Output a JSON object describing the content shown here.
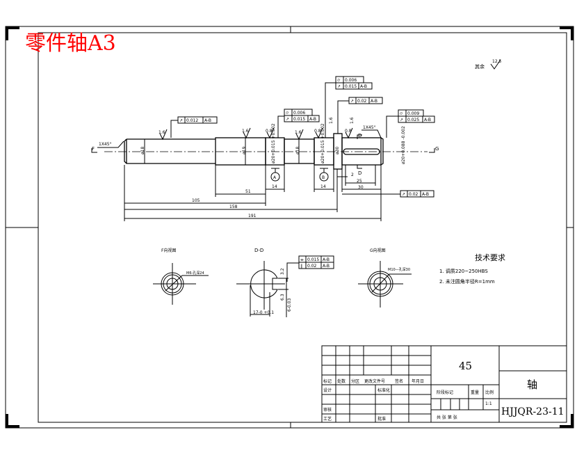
{
  "title": "零件轴A3",
  "colors": {
    "title": "#ff0000",
    "lines": "#000000",
    "background": "#ffffff"
  },
  "shaft": {
    "chamfer_left": "1X45°",
    "chamfer_right": "1X45°",
    "view_left": "F",
    "view_right": "G",
    "diameters": [
      "ø18",
      "ø19",
      "ø18",
      "ø30",
      "ø20+0.088 -0.002"
    ],
    "bearing_a_tol": "ø20+0.015 +0.002",
    "bearing_b_tol": "ø20+0.015 +0.002",
    "datum_a": "A",
    "datum_b": "B",
    "section_mark": "D",
    "roughness": [
      "1.6",
      "1.6",
      "0.8",
      "1.6",
      "0.8",
      "1.6",
      "1.6",
      "0.8"
    ],
    "roughness_other_label": "其余",
    "roughness_other_value": "12.5",
    "dims": {
      "d105": "105",
      "d158": "158",
      "d191": "191",
      "d51": "51",
      "d14a": "14",
      "d14b": "14",
      "d25": "25",
      "d30": "30",
      "d2": "2"
    },
    "fcf": [
      {
        "symbol": "runout",
        "value": "0.012",
        "datum": "A-B"
      },
      {
        "symbol": "cylindricity",
        "value": "0.006"
      },
      {
        "symbol": "runout",
        "value": "0.015",
        "datum": "A-B"
      },
      {
        "symbol": "cylindricity",
        "value": "0.006"
      },
      {
        "symbol": "runout",
        "value": "0.015",
        "datum": "A-B"
      },
      {
        "symbol": "runout",
        "value": "0.02",
        "datum": "A-B"
      },
      {
        "symbol": "cylindricity",
        "value": "0.009"
      },
      {
        "symbol": "runout",
        "value": "0.025",
        "datum": "A-B"
      },
      {
        "symbol": "runout",
        "value": "0.02",
        "datum": "A-B"
      }
    ]
  },
  "views": {
    "f_view": {
      "label": "F向视图",
      "note": "M6-孔深24"
    },
    "dd_view": {
      "label": "D-D",
      "fcf1_value": "0.015",
      "fcf1_datum": "A-B",
      "fcf2_value": "0.02",
      "fcf2_datum": "A-B",
      "dim_width": "17-0 +0.1",
      "dim_depth": "6-0.03",
      "rough1": "3.2",
      "rough2": "6.3"
    },
    "g_view": {
      "label": "G向视图",
      "note": "M10—孔深30"
    }
  },
  "tech_req": {
    "heading": "技术要求",
    "items": [
      "1.  调质220~250HBS",
      "2.  未注圆角半径R=1mm"
    ]
  },
  "title_block": {
    "headers": [
      "标记",
      "处数",
      "分区",
      "更改文件号",
      "签名",
      "年月日"
    ],
    "design": "设计",
    "standard": "标准化",
    "check": "审核",
    "process": "工艺",
    "approve": "批准",
    "stage": "阶段标记",
    "weight": "重量",
    "scale": "比例",
    "scale_value": "1:1",
    "sheets": "共   张  第   张",
    "material": "45",
    "part_name": "轴",
    "drawing_no": "HJJQR-23-11"
  }
}
